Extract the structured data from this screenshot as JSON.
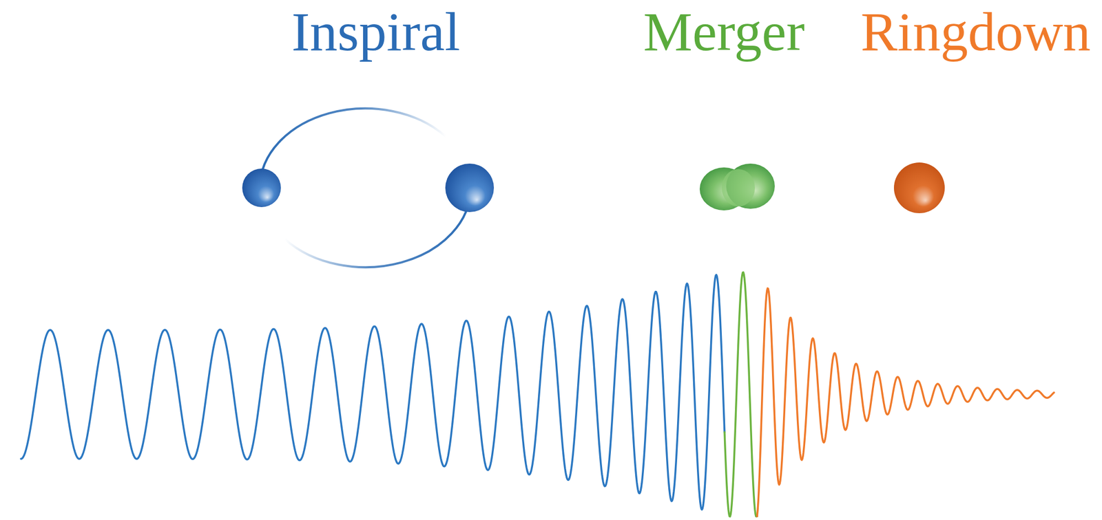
{
  "diagram": {
    "labels": [
      "Inspiral",
      "Merger",
      "Ringdown"
    ]
  }
}
